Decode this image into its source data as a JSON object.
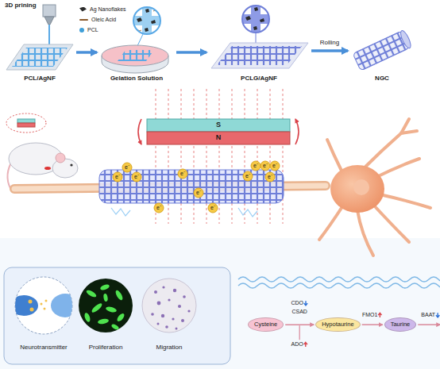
{
  "diagram": {
    "nodes": [
      {
        "text": [
          "PCL/AgNF"
        ]
      },
      {
        "text": [
          "Gelation Solution"
        ]
      },
      {
        "text": [
          "PCLG/AgNF"
        ]
      },
      {
        "text": [
          "NGC"
        ]
      },
      {
        "text": [
          "Cysteine"
        ]
      },
      {
        "text": [
          "Hypotaurine"
        ]
      },
      {
        "text": [
          "Taurine"
        ]
      }
    ],
    "edges": [
      {
        "from": 0,
        "to": 1,
        "arrow": "to"
      },
      {
        "from": 1,
        "to": 2,
        "arrow": "to"
      },
      {
        "from": 2,
        "to": 3,
        "label": "Rolling",
        "arrow": "to"
      },
      {
        "from": 4,
        "to": 5,
        "arrow": "to"
      },
      {
        "from": 5,
        "to": 6,
        "arrow": "to"
      }
    ],
    "labels": [
      "3D prining",
      "S",
      "N",
      "e⁻",
      "e⁻",
      "e⁻",
      "e⁻",
      "e⁻",
      "e⁻",
      "e⁻",
      "e⁻",
      "e⁻",
      "e⁻",
      "e⁻",
      "e⁻",
      "Neurotransmitter",
      "Proliferation",
      "Migration",
      "CDO",
      "CSAD",
      "ADO",
      "FMO1",
      "BAAT"
    ],
    "legend": [
      {
        "text": "Ag Nanoflakes",
        "color": "#2b2b2b"
      },
      {
        "text": "Oleic Acid",
        "color": "#8a5a2b"
      },
      {
        "text": "PCL",
        "color": "#3f9fd8"
      }
    ]
  }
}
